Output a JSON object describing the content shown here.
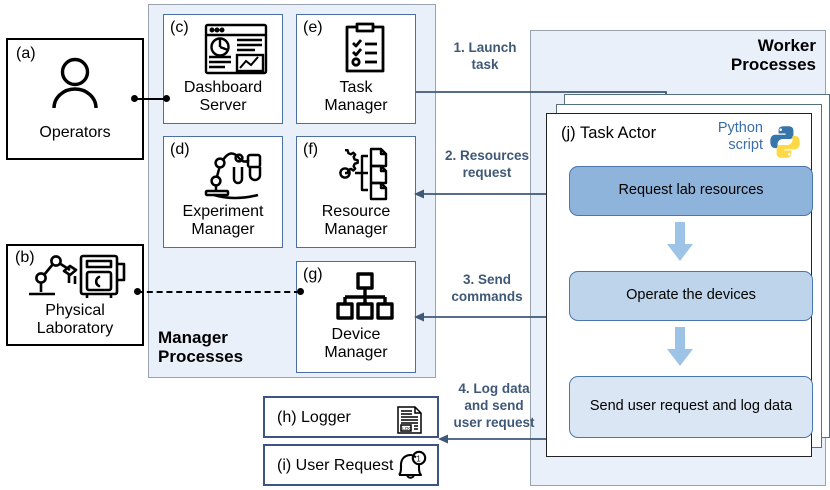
{
  "diagram": {
    "left_nodes": [
      {
        "tag": "(a)",
        "label": "Operators",
        "icon": "user-icon"
      },
      {
        "tag": "(b)",
        "label": "Physical\nLaboratory",
        "icon": "robot-arm-furnace-icon"
      }
    ],
    "manager_panel": {
      "title": "Manager\nProcesses",
      "nodes": [
        {
          "tag": "(c)",
          "label": "Dashboard\nServer",
          "icon": "dashboard-icon"
        },
        {
          "tag": "(d)",
          "label": "Experiment\nManager",
          "icon": "robot-pipette-icon"
        },
        {
          "tag": "(e)",
          "label": "Task\nManager",
          "icon": "clipboard-checklist-icon"
        },
        {
          "tag": "(f)",
          "label": "Resource\nManager",
          "icon": "gear-files-icon"
        },
        {
          "tag": "(g)",
          "label": "Device\nManager",
          "icon": "network-tree-icon"
        }
      ]
    },
    "aux_nodes": [
      {
        "tag": "(h)",
        "label": "Logger",
        "icon": "log-document-icon"
      },
      {
        "tag": "(i)",
        "label": "User Request",
        "icon": "bell-notification-icon"
      }
    ],
    "arrows": [
      {
        "id": "1",
        "label": "1. Launch\ntask",
        "direction": "right"
      },
      {
        "id": "2",
        "label": "2. Resources\nrequest",
        "direction": "both"
      },
      {
        "id": "3",
        "label": "3. Send\ncommands",
        "direction": "both"
      },
      {
        "id": "4",
        "label": "4. Log data\nand send\nuser request",
        "direction": "left"
      }
    ],
    "worker_panel": {
      "title": "Worker\nProcesses",
      "actor": {
        "tag": "(j)",
        "label": "Task Actor",
        "script_label": "Python\nscript",
        "script_icon": "python-logo-icon",
        "steps": [
          {
            "text": "Request lab resources",
            "fill": "#8fb4db"
          },
          {
            "text": "Operate the devices",
            "fill": "#bdd4ea"
          },
          {
            "text": "Send user request and log data",
            "fill": "#dbe6f5"
          }
        ]
      }
    },
    "colors": {
      "panel_fill": "#eaf0fa",
      "panel_border": "#9aa3ad",
      "node_border_blue": "#4a6fa5",
      "arrow": "#3f5878",
      "label_text": "#3f5878",
      "python_blue": "#3776ab",
      "python_yellow": "#ffd845",
      "fat_arrow": "#9dc3e6"
    }
  }
}
